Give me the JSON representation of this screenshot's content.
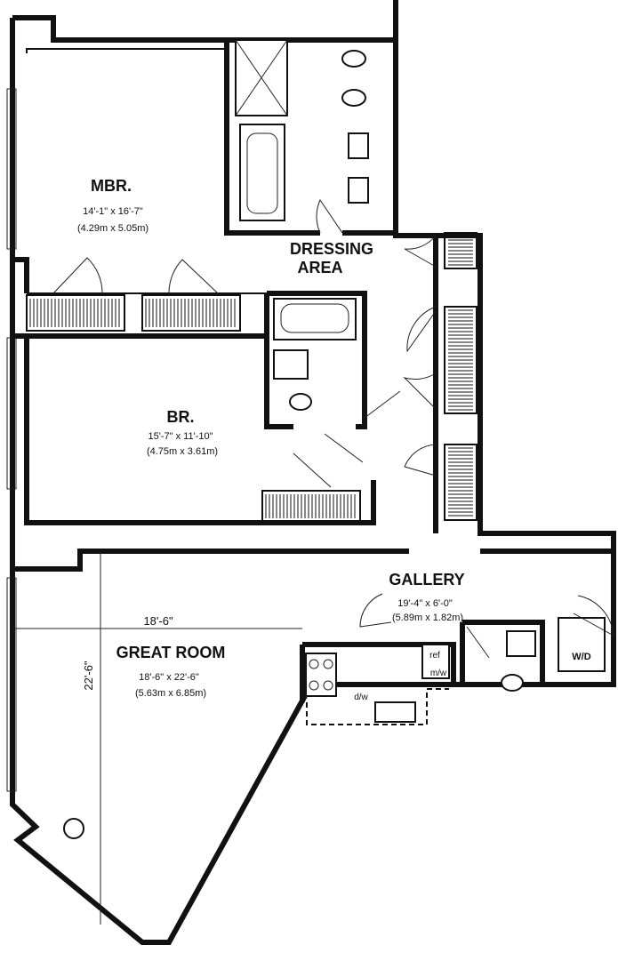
{
  "rooms": {
    "mbr": {
      "name": "MBR.",
      "dim_imperial": "14'-1\" x 16'-7\"",
      "dim_metric": "(4.29m x 5.05m)"
    },
    "dressing": {
      "name_line1": "DRESSING",
      "name_line2": "AREA"
    },
    "br": {
      "name": "BR.",
      "dim_imperial": "15'-7\" x 11'-10\"",
      "dim_metric": "(4.75m x 3.61m)"
    },
    "gallery": {
      "name": "GALLERY",
      "dim_imperial": "19'-4\" x 6'-0\"",
      "dim_metric": "(5.89m x 1.82m)"
    },
    "great_room": {
      "name": "GREAT ROOM",
      "dim_imperial": "18'-6\" x 22'-6\"",
      "dim_metric": "(5.63m x 6.85m)"
    }
  },
  "dimension_lines": {
    "horizontal": "18'-6\"",
    "vertical": "22'-6\""
  },
  "fixture_labels": {
    "refrigerator": "ref",
    "microwave": "m/w",
    "dishwasher": "d/w",
    "washer_dryer": "W/D"
  }
}
